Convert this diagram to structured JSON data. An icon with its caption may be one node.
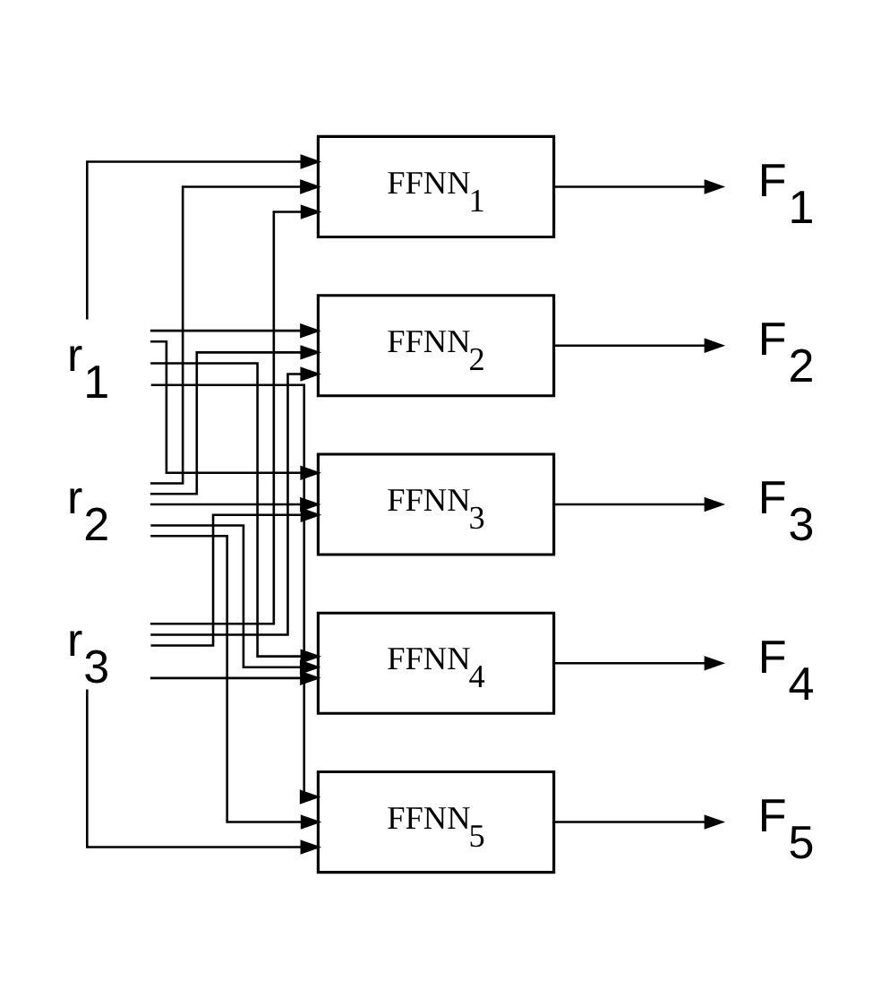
{
  "diagram": {
    "nodes": [
      {
        "text": [
          "r$_{1}$"
        ]
      },
      {
        "text": [
          "r$_{2}$"
        ]
      },
      {
        "text": [
          "r$_{3}$"
        ]
      },
      {
        "text": [
          "FFNN$_{1}$"
        ]
      },
      {
        "text": [
          "FFNN$_{2}$"
        ]
      },
      {
        "text": [
          "FFNN$_{3}$"
        ]
      },
      {
        "text": [
          "FFNN$_{4}$"
        ]
      },
      {
        "text": [
          "FFNN$_{5}$"
        ]
      },
      {
        "text": [
          "F$_{1}$"
        ]
      },
      {
        "text": [
          "F$_{2}$"
        ]
      },
      {
        "text": [
          "F$_{3}$"
        ]
      },
      {
        "text": [
          "F$_{4}$"
        ]
      },
      {
        "text": [
          "F$_{5}$"
        ]
      }
    ],
    "edges": [
      {
        "from": 0,
        "to": 3,
        "arrow": "to"
      },
      {
        "from": 1,
        "to": 3,
        "arrow": "to"
      },
      {
        "from": 2,
        "to": 3,
        "arrow": "to"
      },
      {
        "from": 0,
        "to": 4,
        "arrow": "to"
      },
      {
        "from": 1,
        "to": 4,
        "arrow": "to"
      },
      {
        "from": 2,
        "to": 4,
        "arrow": "to"
      },
      {
        "from": 0,
        "to": 5,
        "arrow": "to"
      },
      {
        "from": 1,
        "to": 5,
        "arrow": "to"
      },
      {
        "from": 2,
        "to": 5,
        "arrow": "to"
      },
      {
        "from": 0,
        "to": 6,
        "arrow": "to"
      },
      {
        "from": 1,
        "to": 6,
        "arrow": "to"
      },
      {
        "from": 2,
        "to": 6,
        "arrow": "to"
      },
      {
        "from": 0,
        "to": 7,
        "arrow": "to"
      },
      {
        "from": 1,
        "to": 7,
        "arrow": "to"
      },
      {
        "from": 2,
        "to": 7,
        "arrow": "to"
      },
      {
        "from": 3,
        "to": 8,
        "arrow": "to"
      },
      {
        "from": 4,
        "to": 9,
        "arrow": "to"
      },
      {
        "from": 5,
        "to": 10,
        "arrow": "to"
      },
      {
        "from": 6,
        "to": 11,
        "arrow": "to"
      },
      {
        "from": 7,
        "to": 12,
        "arrow": "to"
      }
    ]
  }
}
